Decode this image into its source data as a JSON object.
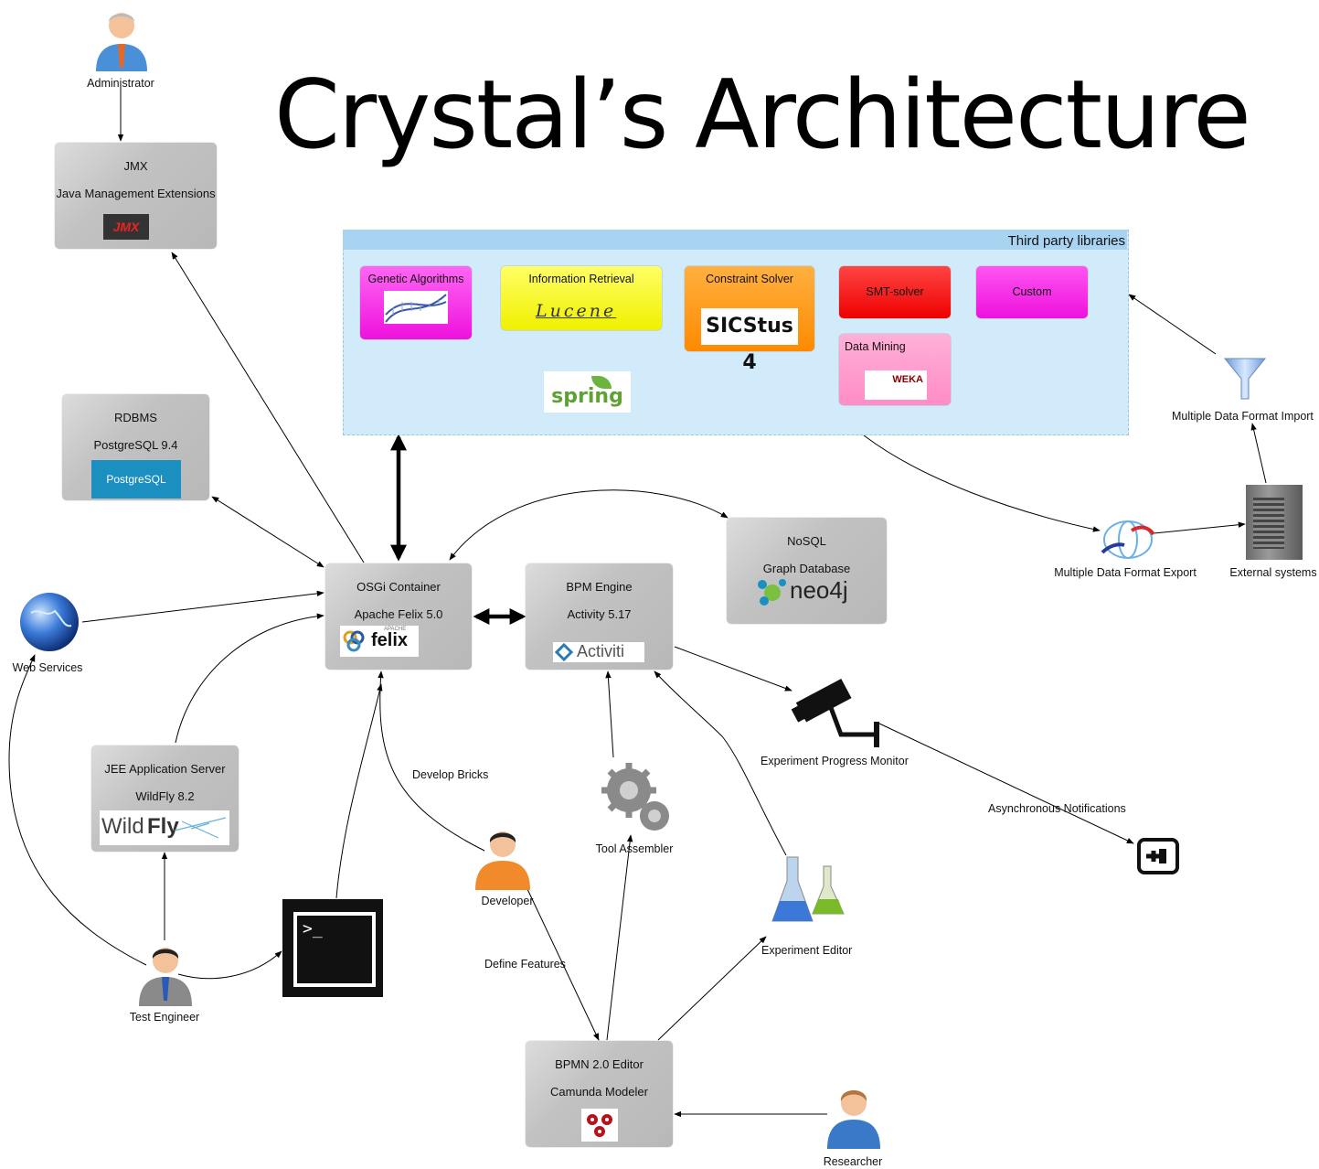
{
  "title": "Crystal’s Architecture",
  "third_party": {
    "title": "Third party libraries",
    "libs": {
      "genetic": "Genetic Algorithms",
      "ir": "Information Retrieval",
      "lucene_logo": "Lucene",
      "constraint": "Constraint Solver",
      "sics_logo": "SICStus 4",
      "smt": "SMT-solver",
      "custom": "Custom",
      "datamining": "Data Mining",
      "weka_logo": "WEKA",
      "spring_logo": "spring"
    }
  },
  "nodes": {
    "jmx": {
      "line1": "JMX",
      "line2": "Java Management Extensions",
      "logo": "JMX"
    },
    "rdbms": {
      "line1": "RDBMS",
      "line2": "PostgreSQL 9.4",
      "logo": "PostgreSQL"
    },
    "osgi": {
      "line1": "OSGi Container",
      "line2": "Apache Felix 5.0",
      "logo": "felix",
      "logo_small": "APACHE"
    },
    "bpm": {
      "line1": "BPM Engine",
      "line2": "Activity 5.17",
      "logo": "Activiti"
    },
    "nosql": {
      "line1": "NoSQL",
      "line2": "Graph Database",
      "logo": "neo4j"
    },
    "jee": {
      "line1": "JEE Application Server",
      "line2": "WildFly 8.2",
      "logo_a": "Wild",
      "logo_b": "Fly"
    },
    "bpmn": {
      "line1": "BPMN 2.0 Editor",
      "line2": "Camunda Modeler"
    }
  },
  "labels": {
    "administrator": "Administrator",
    "web_services": "Web Services",
    "test_engineer": "Test Engineer",
    "developer": "Developer",
    "develop_bricks": "Develop Bricks",
    "define_features": "Define Features",
    "tool_assembler": "Tool Assembler",
    "experiment_editor": "Experiment Editor",
    "researcher": "Researcher",
    "experiment_monitor": "Experiment Progress Monitor",
    "async": "Asynchronous Notifications",
    "export": "Multiple Data Format Export",
    "import": "Multiple Data Format Import",
    "external": "External systems"
  },
  "colors": {
    "genetic": "#ff22ee",
    "ir": "#ffff00",
    "constraint": "#ff9900",
    "smt": "#ff1111",
    "custom": "#ff22ee",
    "datamining": "#ff99cc"
  }
}
